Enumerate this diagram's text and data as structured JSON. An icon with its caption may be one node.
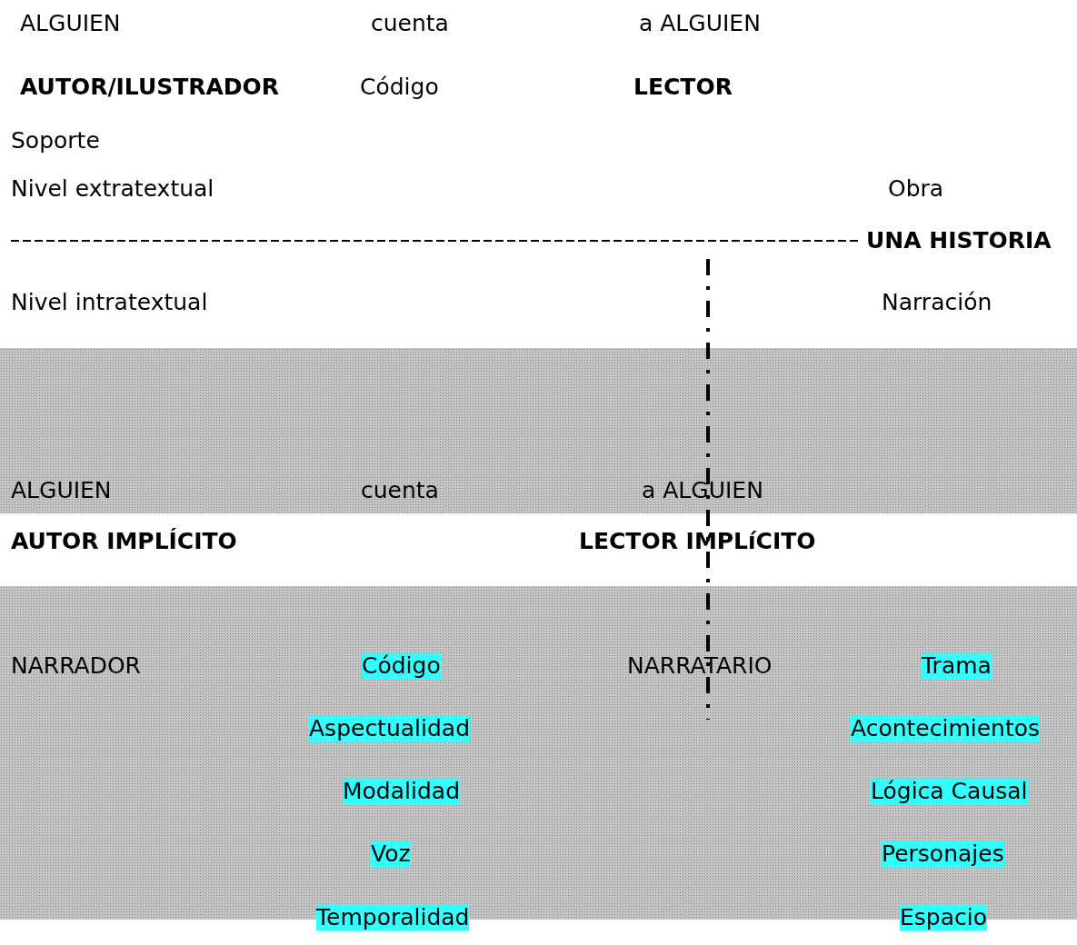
{
  "diagram": {
    "labels": [
      "ALGUIEN",
      "cuenta",
      "a ALGUIEN",
      "AUTOR/ILUSTRADOR",
      "Código",
      "LECTOR",
      "Soporte",
      "Nivel extratextual",
      "Obra",
      "UNA HISTORIA",
      "Nivel intratextual",
      "Narración",
      "ALGUIEN",
      "cuenta",
      "a  ALGUIEN",
      "AUTOR IMPLÍCITO",
      "LECTOR IMPLíCITO",
      "NARRADOR",
      "Código",
      "NARRATARIO",
      "Trama",
      "Aspectualidad",
      "Acontecimientos",
      "Modalidad",
      "Lógica Causal",
      "Voz",
      "Personajes",
      "Temporalidad",
      "Espacio"
    ]
  }
}
